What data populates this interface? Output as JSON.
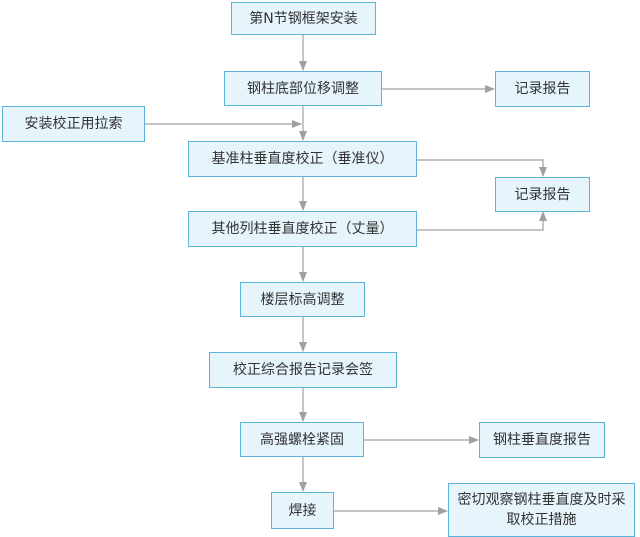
{
  "nodes": {
    "n1": "第N节钢框架安装",
    "n2": "钢柱底部位移调整",
    "n3": "记录报告",
    "n4": "安装校正用拉索",
    "n5": "基准柱垂直度校正（垂准仪）",
    "n6": "记录报告",
    "n7": "其他列柱垂直度校正（丈量）",
    "n8": "楼层标高调整",
    "n9": "校正综合报告记录会签",
    "n10": "高强螺栓紧固",
    "n11": "钢柱垂直度报告",
    "n12": "焊接",
    "n13_line1": "密切观察钢柱垂直度及时采",
    "n13_line2": "取校正措施"
  },
  "colors": {
    "box_fill": "#e6f4fb",
    "box_border": "#5bb3dc",
    "arrow": "#a0a0a0",
    "text": "#333333"
  }
}
